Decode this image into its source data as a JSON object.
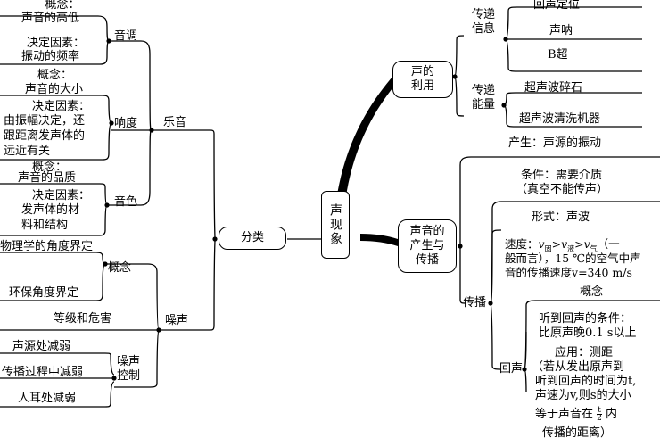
{
  "center": "声现象",
  "left": {
    "classification": "分类",
    "music": {
      "label": "乐音",
      "pitch": {
        "label": "音调",
        "concept_title": "概念：",
        "concept": "声音的高低",
        "factor_title": "决定因素：",
        "factor": "振动的频率"
      },
      "loudness": {
        "label": "响度",
        "concept_title": "概念：",
        "concept": "声音的大小",
        "factor_lines": [
          "决定因素：",
          "由振幅决定，还",
          "跟距离发声体的",
          "远近有关"
        ]
      },
      "timbre": {
        "label": "音色",
        "concept_title": "概念：",
        "concept": "声音的品质",
        "factor_lines": [
          "决定因素：",
          "发声体的材",
          "料和结构"
        ]
      }
    },
    "noise": {
      "label": "噪声",
      "concept": {
        "label": "概念",
        "physics": "物理学的角度界定",
        "environment": "环保角度界定"
      },
      "levels": "等级和危害",
      "control": {
        "label_lines": [
          "噪声",
          "控制"
        ],
        "items": [
          "声源处减弱",
          "传播过程中减弱",
          "人耳处减弱"
        ]
      }
    }
  },
  "right": {
    "use": {
      "label_lines": [
        "声的",
        "利用"
      ],
      "info": {
        "label_lines": [
          "传递",
          "信息"
        ],
        "items": [
          "回声定位",
          "声呐",
          "B超"
        ]
      },
      "energy": {
        "label_lines": [
          "传递",
          "能量"
        ],
        "items": [
          "超声波碎石",
          "超声波清洗机器"
        ]
      }
    },
    "origin": {
      "label_lines": [
        "声音的",
        "产生与",
        "传播"
      ],
      "production": "产生：声源的振动",
      "propagation": {
        "label": "传播",
        "condition_lines": [
          "条件：需要介质",
          "（真空不能传声）"
        ],
        "form": "形式：声波",
        "speed_prefix": "速度：",
        "speed_rest": "（一",
        "speed_line2": "般而言），15 ℃的空气中声",
        "speed_line3": "音的传播速度",
        "speed_value": "v=340 m/s",
        "echo": {
          "label": "回声",
          "concept": "概念",
          "condition_lines": [
            "听到回声的条件：",
            "比原声晚0.1 s以上"
          ],
          "application_lines": [
            "应用：测距",
            "（若从发出原声到",
            "听到回声的时间为t,",
            "声速为v,则s的大小",
            "等于声音在",
            "内",
            "传播的距离）"
          ],
          "fraction": {
            "num": "t",
            "den": "2"
          }
        }
      }
    }
  }
}
